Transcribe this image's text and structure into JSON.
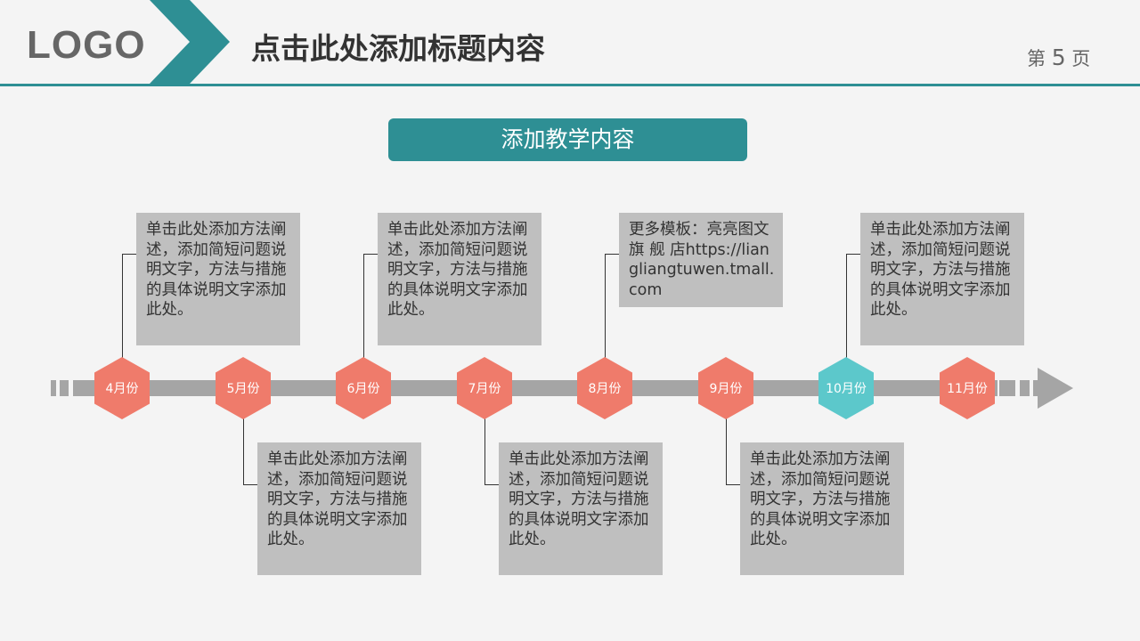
{
  "header": {
    "logo": "LOGO",
    "title": "点击此处添加标题内容",
    "page_prefix": "第",
    "page_number": "5",
    "page_suffix": "页"
  },
  "section_button": "添加教学内容",
  "colors": {
    "accent": "#2e8f94",
    "hex_default": "#ef7b6b",
    "hex_highlight": "#5cc8cb",
    "box": "#bfbfbf",
    "bar": "#a5a5a5"
  },
  "timeline": [
    {
      "label": "4月份",
      "text": "单击此处添加方法阐述，添加简短问题说明文字，方法与措施的具体说明文字添加此处。",
      "pos": "top"
    },
    {
      "label": "5月份",
      "text": "单击此处添加方法阐述，添加简短问题说明文字，方法与措施的具体说明文字添加此处。",
      "pos": "bottom"
    },
    {
      "label": "6月份",
      "text": "单击此处添加方法阐述，添加简短问题说明文字，方法与措施的具体说明文字添加此处。",
      "pos": "top"
    },
    {
      "label": "7月份",
      "text": "单击此处添加方法阐述，添加简短问题说明文字，方法与措施的具体说明文字添加此处。",
      "pos": "bottom"
    },
    {
      "label": "8月份",
      "text": "更多模板：亮亮图文 旗 舰 店https://liangliangtuwen.tmall.com",
      "pos": "top"
    },
    {
      "label": "9月份",
      "text": "单击此处添加方法阐述，添加简短问题说明文字，方法与措施的具体说明文字添加此处。",
      "pos": "bottom"
    },
    {
      "label": "10月份",
      "text": "单击此处添加方法阐述，添加简短问题说明文字，方法与措施的具体说明文字添加此处。",
      "pos": "top",
      "highlight": true
    },
    {
      "label": "11月份"
    }
  ]
}
